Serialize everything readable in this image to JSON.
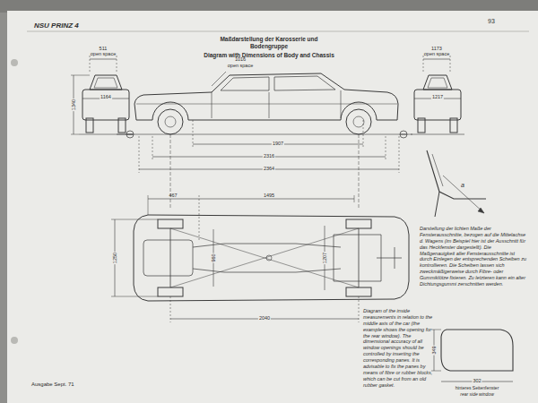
{
  "diagram": {
    "title": "Maßdarstellung der Karosserie und Bodengruppe",
    "labels": [
      "NSU PRINZ 4",
      "93",
      "Diagram with Dimensions of Body and Chassis",
      "511",
      "open space",
      "1164",
      "1340",
      "1016",
      "open space",
      "1173",
      "open space",
      "1217",
      "1907",
      "2316",
      "2364",
      "467",
      "1495",
      "1250",
      "960",
      "1207",
      "2040",
      "a",
      "Darstellung der lichten Maße der Fensterausschnitte, bezogen auf die Mittelachse d. Wagens (im Beispiel hier ist der Ausschnitt für das Heckfenster dargestellt). Die Maßgenauigkeit aller Fensterausschnitte ist durch Einlegen der entsprechenden Scheiben zu kontrollieren. Die Scheiben lassen sich zweckmäßigerweise durch Fibre- oder Gummiklötze fixieren. Zu letzteren kann ein alter Dichtungsgummi zerschnitten werden.",
      "Diagram of the inside measurements in relation to the middle axis of the car (the example shows the opening for the rear window). The dimensional accuracy of all window openings should be controlled by inserting the corresponding panes. It is advisable to fix the panes by means of fibre or rubber blocks, which can be cut from an old rubber gasket.",
      "302",
      "349",
      "hinteres Seitenfenster",
      "rear side window",
      "Ausgabe Sept. 71"
    ]
  }
}
